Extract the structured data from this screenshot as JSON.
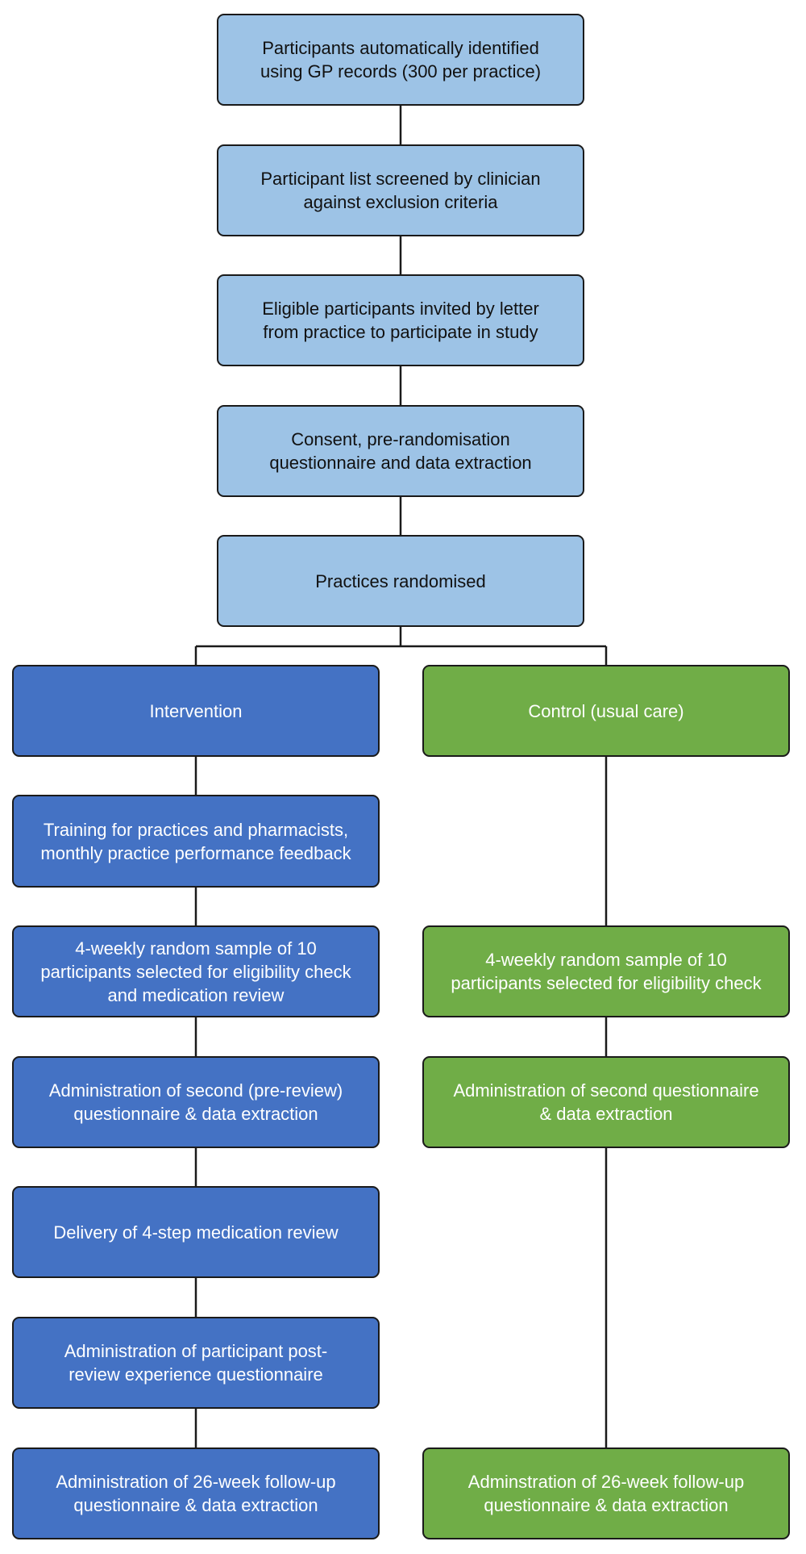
{
  "colors": {
    "top_boxes": "#9dc3e6",
    "intervention": "#4472c4",
    "control": "#70ad47",
    "lines": "#1a1a1a"
  },
  "steps": {
    "identified": "Participants automatically identified\nusing GP records (300 per practice)",
    "screened": "Participant list screened by clinician\nagainst exclusion criteria",
    "invited": "Eligible participants invited by letter\nfrom practice to participate in study",
    "consent": "Consent, pre-randomisation\nquestionnaire and data extraction",
    "randomised": "Practices randomised"
  },
  "intervention": {
    "title": "Intervention",
    "training": "Training for practices and pharmacists,\nmonthly practice performance feedback",
    "sample": "4-weekly random sample of 10\nparticipants selected for eligibility check\nand medication review",
    "second_questionnaire": "Administration of second (pre-review)\nquestionnaire & data extraction",
    "delivery": "Delivery of 4-step medication review",
    "post_review": "Administration of participant post-\nreview experience questionnaire",
    "followup": "Administration of 26-week follow-up\nquestionnaire & data extraction"
  },
  "control": {
    "title": "Control (usual care)",
    "sample": "4-weekly random sample of 10\nparticipants selected for eligibility check",
    "second_questionnaire": "Administration of second questionnaire\n& data extraction",
    "followup": "Adminstration of 26-week follow-up\nquestionnaire & data extraction"
  }
}
